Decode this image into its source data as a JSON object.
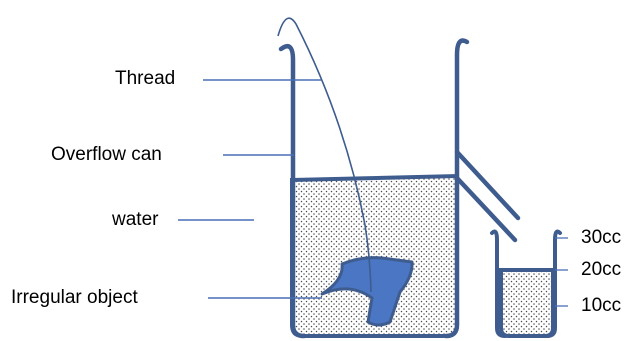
{
  "labels": {
    "thread": "Thread",
    "overflow_can": "Overflow can",
    "water": "water",
    "irregular_object": "Irregular object"
  },
  "scale": {
    "mark_30": "30cc",
    "mark_20": "20cc",
    "mark_10": "10cc"
  },
  "colors": {
    "vessel_outline": "#3F5C8F",
    "leader_line": "#4A6FB5",
    "object_fill": "#4A76C4",
    "water_dots": "#4A4A4A"
  }
}
